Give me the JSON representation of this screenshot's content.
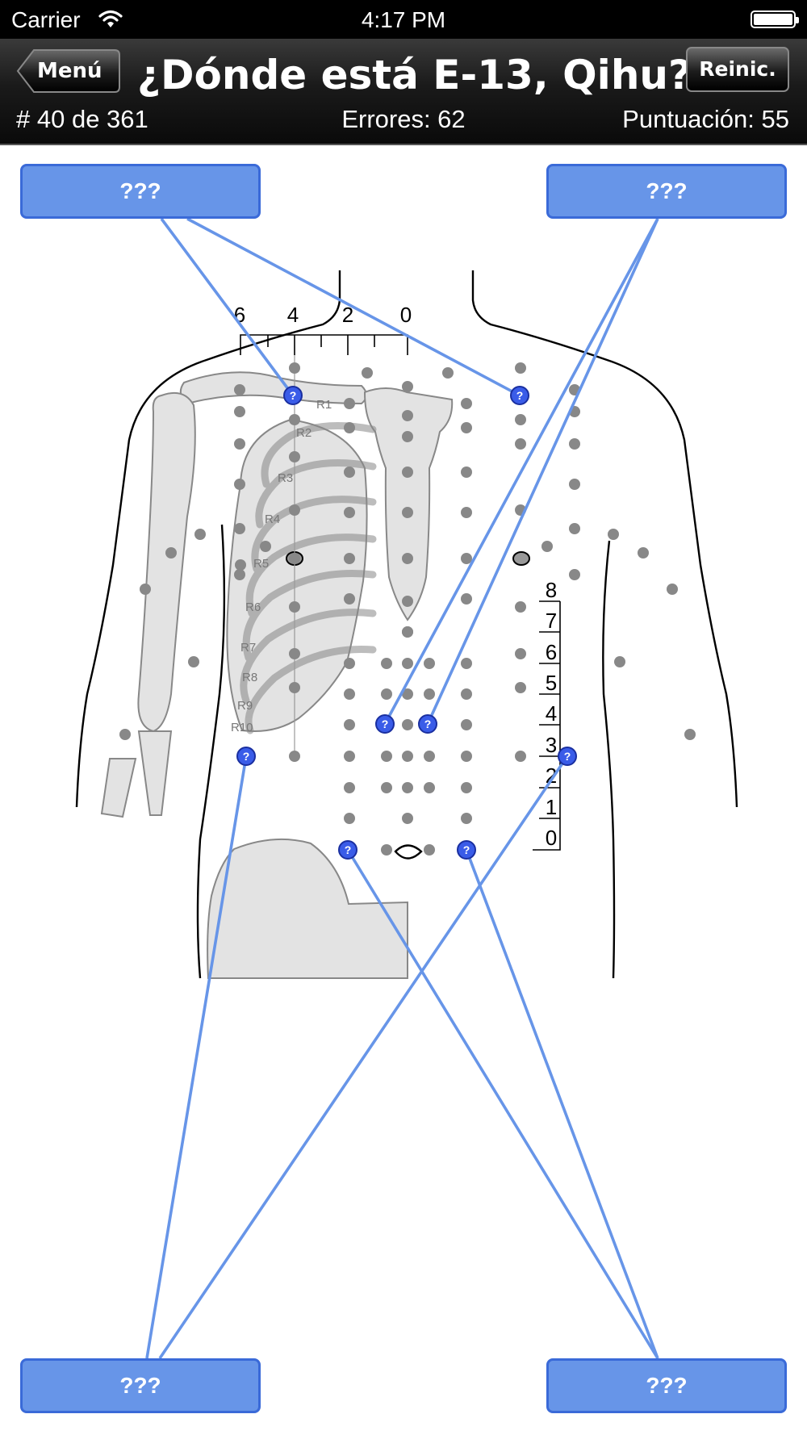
{
  "status_bar": {
    "carrier": "Carrier",
    "time": "4:17 PM"
  },
  "nav": {
    "back_label": "Menú",
    "title": "¿Dónde está E-13, Qihu?",
    "reset_label": "Reinic."
  },
  "stats": {
    "count": "# 40 de 361",
    "errors": "Errores: 62",
    "score": "Puntuación: 55"
  },
  "answers": {
    "top_left": "???",
    "top_right": "???",
    "bottom_left": "???",
    "bottom_right": "???"
  },
  "diagram": {
    "width_ruler_labels": [
      "6",
      "4",
      "2",
      "0"
    ],
    "vertical_scale_labels": [
      "8",
      "7",
      "6",
      "5",
      "4",
      "3",
      "2",
      "1",
      "0"
    ],
    "rib_labels": [
      "R1",
      "R2",
      "R3",
      "R4",
      "R5",
      "R6",
      "R7",
      "R8",
      "R9",
      "R10"
    ],
    "marker_symbol": "?",
    "colors": {
      "answer_button": "#6795e8",
      "marker": "#3a5ce8",
      "line": "#6795e8",
      "point": "#888888"
    }
  }
}
